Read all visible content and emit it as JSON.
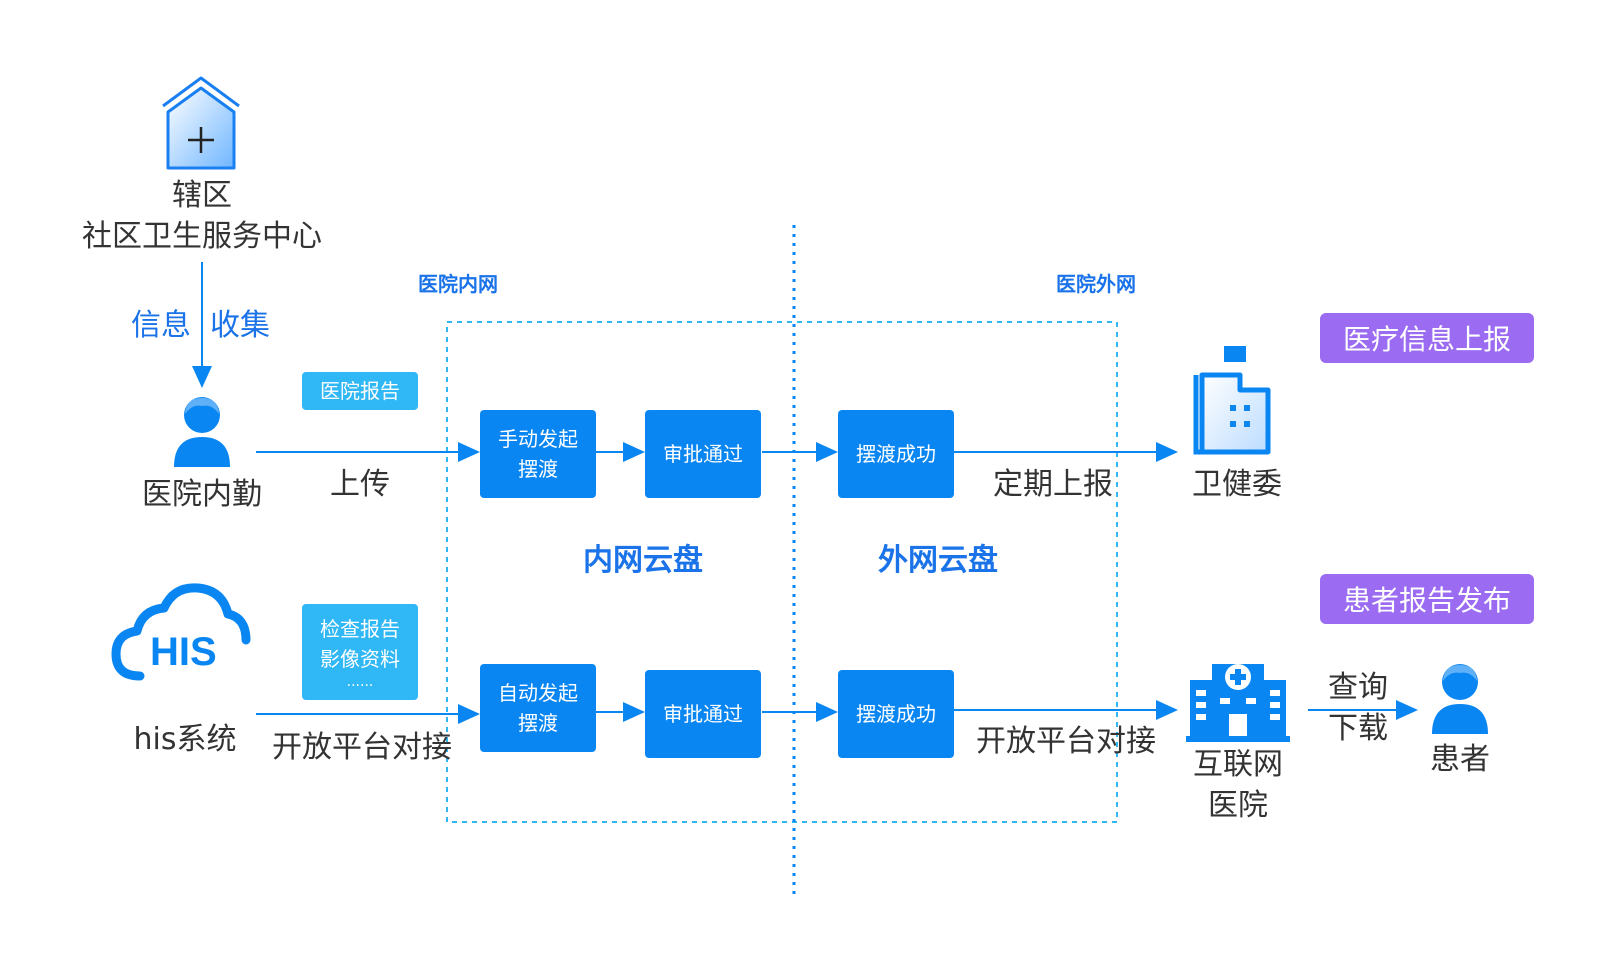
{
  "zones": {
    "intranet": "医院内网",
    "extranet": "医院外网",
    "intranet_cloud": "内网云盘",
    "extranet_cloud": "外网云盘"
  },
  "community": {
    "line1": "辖区",
    "line2": "社区卫生服务中心"
  },
  "collect": {
    "left": "信息",
    "right": "收集"
  },
  "staff": "医院内勤",
  "upload": "上传",
  "his": {
    "logo": "HIS",
    "label": "his系统"
  },
  "open_platform_left": "开放平台对接",
  "hospital_report": "医院报告",
  "exam_tag": {
    "line1": "检查报告",
    "line2": "影像资料",
    "line3": "......"
  },
  "flow_top": {
    "step1_line1": "手动发起",
    "step1_line2": "摆渡",
    "step2": "审批通过",
    "step3": "摆渡成功"
  },
  "flow_bottom": {
    "step1_line1": "自动发起",
    "step1_line2": "摆渡",
    "step2": "审批通过",
    "step3": "摆渡成功"
  },
  "periodic_report": "定期上报",
  "open_platform_right": "开放平台对接",
  "health_commission": "卫健委",
  "internet_hospital": {
    "line1": "互联网",
    "line2": "医院"
  },
  "query": {
    "line1": "查询",
    "line2": "下载"
  },
  "patient": "患者",
  "badges": {
    "medical_report": "医疗信息上报",
    "patient_report": "患者报告发布"
  },
  "colors": {
    "primary_blue": "#0a86f2",
    "light_blue": "#30b7f5",
    "purple": "#9b6cf2",
    "text_blue": "#1a73e8"
  }
}
